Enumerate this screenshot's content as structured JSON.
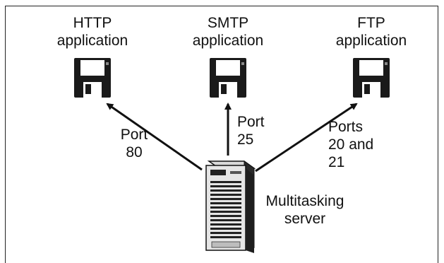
{
  "applications": [
    {
      "name": "http",
      "line1": "HTTP",
      "line2": "application",
      "port_line1": "Port",
      "port_line2": "80",
      "port_line3": ""
    },
    {
      "name": "smtp",
      "line1": "SMTP",
      "line2": "application",
      "port_line1": "Port",
      "port_line2": "25",
      "port_line3": ""
    },
    {
      "name": "ftp",
      "line1": "FTP",
      "line2": "application",
      "port_line1": "Ports",
      "port_line2": "20 and",
      "port_line3": "21"
    }
  ],
  "server": {
    "line1": "Multitasking",
    "line2": "server"
  },
  "icons": {
    "application": "floppy-disk-icon",
    "server": "tower-server-icon"
  }
}
